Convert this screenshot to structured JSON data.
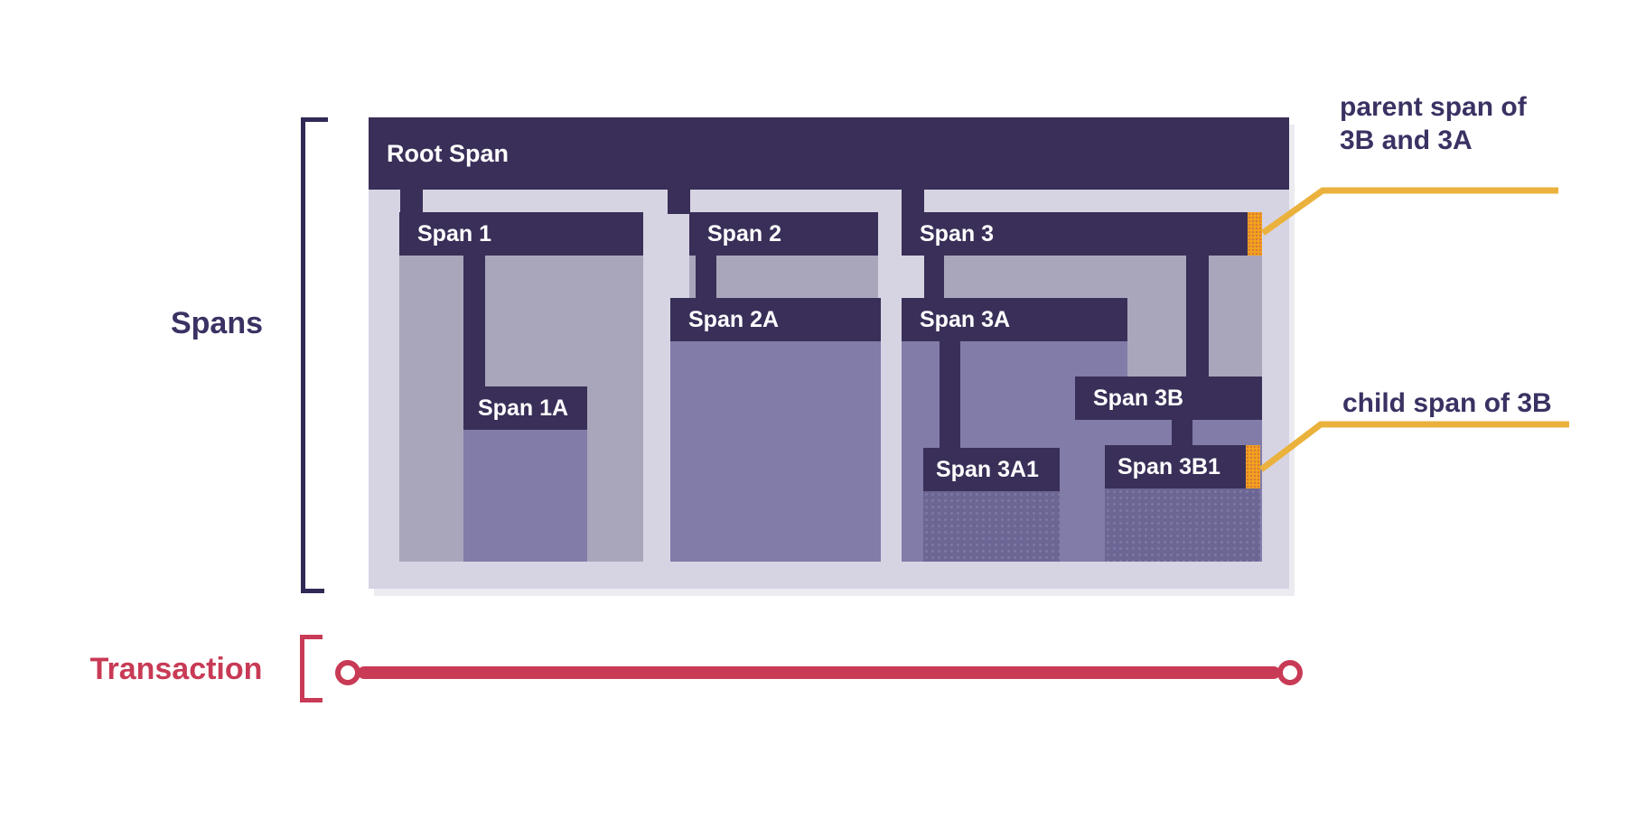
{
  "labels": {
    "spans": "Spans",
    "transaction": "Transaction"
  },
  "diagram": {
    "root": "Root Span",
    "span1": "Span 1",
    "span1a": "Span 1A",
    "span2": "Span 2",
    "span2a": "Span 2A",
    "span3": "Span 3",
    "span3a": "Span 3A",
    "span3a1": "Span 3A1",
    "span3b": "Span 3B",
    "span3b1": "Span 3B1"
  },
  "annotations": {
    "parent_span_line1": "parent span of",
    "parent_span_line2": "3B and 3A",
    "child_span": "child span of 3B"
  },
  "colors": {
    "bar": "#3A2F58",
    "panel": "#D6D4E3",
    "level1_body": "#A9A6BC",
    "level2_body": "#817CA8",
    "level3_body": "#6C6695",
    "ink": "#3B3163",
    "red": "#C83A55",
    "yellow": "#EAB23C",
    "orange": "#F0A41E",
    "bracket": "#312A56"
  }
}
